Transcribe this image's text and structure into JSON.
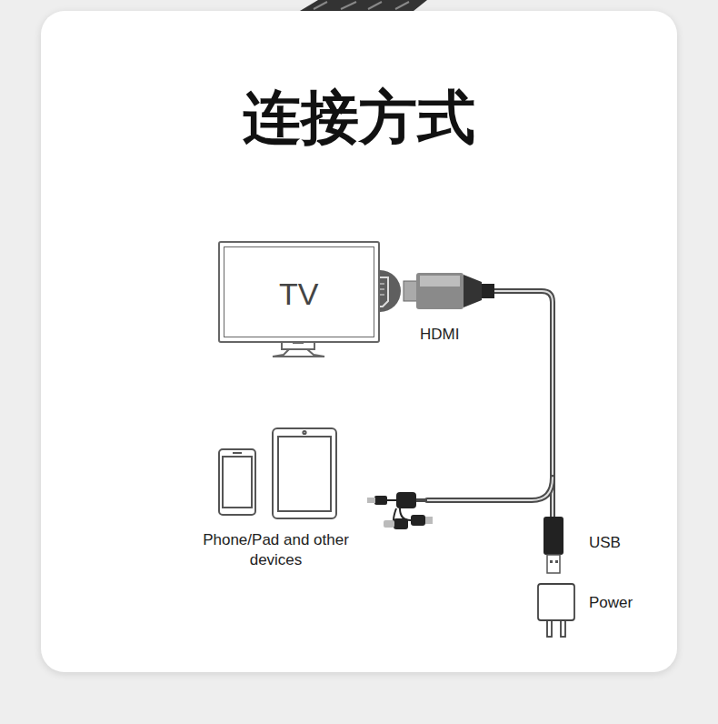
{
  "diagram": {
    "title": "连接方式",
    "nodes": [
      {
        "text": [
          "TV"
        ]
      }
    ],
    "labels": [
      "HDMI",
      "Phone/Pad and other devices",
      "USB",
      "Power"
    ]
  }
}
